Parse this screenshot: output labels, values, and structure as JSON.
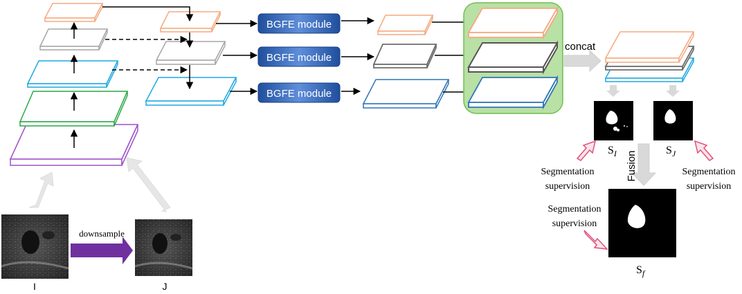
{
  "modules": {
    "bgfe_1": "BGFE module",
    "bgfe_2": "BGFE module",
    "bgfe_3": "BGFE module"
  },
  "labels": {
    "concat": "concat",
    "fusion": "Fusion",
    "downsample": "downsample",
    "input_i": "I",
    "input_j": "J",
    "s_i_base": "S",
    "s_i_sub": "I",
    "s_j_base": "S",
    "s_j_sub": "J",
    "s_f_base": "S",
    "s_f_sub": "f"
  },
  "supervision": {
    "left_line1": "Segmentation",
    "left_line2": "supervision",
    "right_line1": "Segmentation",
    "right_line2": "supervision",
    "bottom_line1": "Segmentation",
    "bottom_line2": "supervision"
  },
  "colors": {
    "orange": "#f5a97f",
    "gray": "#a6a6a6",
    "darkgray": "#6e6e6e",
    "cyan": "#1fa9e1",
    "blue": "#2e75b6",
    "green": "#27a845",
    "purple": "#a050c8",
    "module_fill": "#2f5fb5",
    "green_box": "#b9e0a5",
    "pink_arrow": "#e0507a",
    "down_arrow": "#7030a0"
  }
}
